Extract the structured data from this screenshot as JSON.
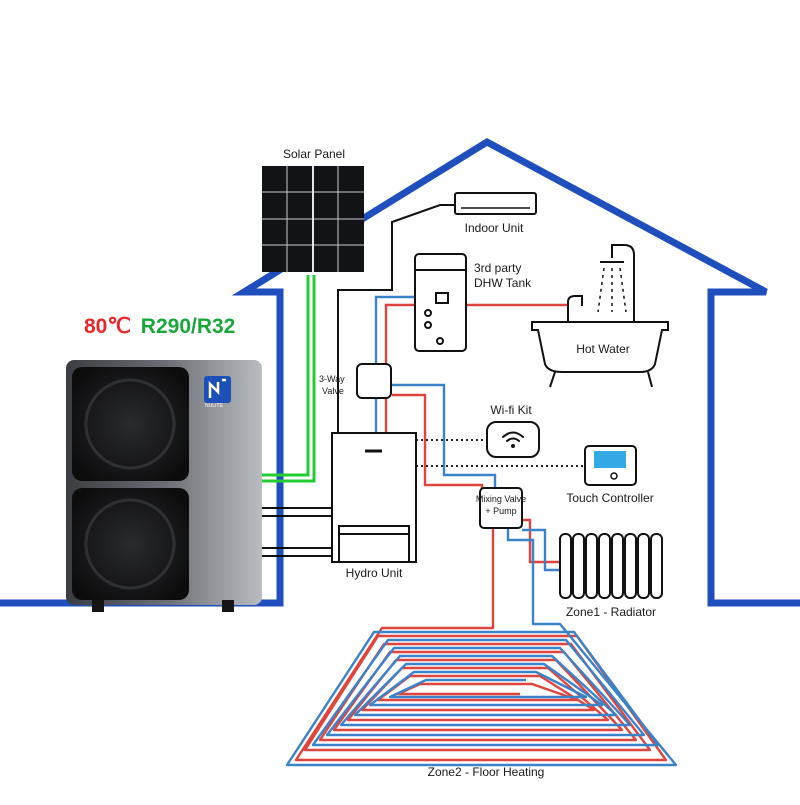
{
  "headline": {
    "temp": "80℃",
    "refrigerant": "R290/R32",
    "temp_color": "#e8272a",
    "refrigerant_color": "#1aa63a"
  },
  "heat_pump": {
    "logo_text": "NULITE",
    "brand_color": "#1d4fb8"
  },
  "labels": {
    "solar_panel": "Solar Panel",
    "indoor_unit": "Indoor Unit",
    "dhw_tank_line1": "3rd party",
    "dhw_tank_line2": "DHW Tank",
    "hot_water": "Hot Water",
    "three_way_line1": "3-Way",
    "three_way_line2": "Valve",
    "wifi_kit": "Wi-fi Kit",
    "touch_controller": "Touch Controller",
    "mixing_line1": "Mixing Valve",
    "mixing_line2": "+ Pump",
    "hydro_unit": "Hydro Unit",
    "zone1": "Zone1 - Radiator",
    "zone2": "Zone2 - Floor Heating"
  },
  "colors": {
    "house_outline": "#1f4fbd",
    "solar_wire": "#22cc33",
    "supply_pipe": "#e0443f",
    "return_pipe": "#3b83c9"
  }
}
